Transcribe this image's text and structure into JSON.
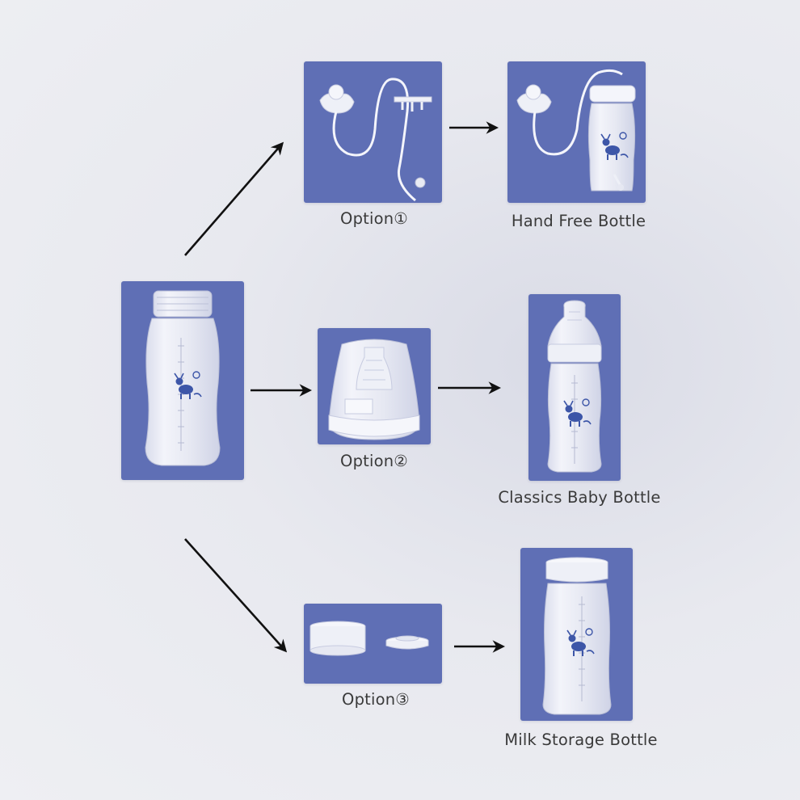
{
  "source_card": {
    "illustration": "bottle-body-icon"
  },
  "options": [
    {
      "label": "Option①",
      "illustration": "straw-weighted-icon"
    },
    {
      "label": "Option②",
      "illustration": "nipple-cap-icon"
    },
    {
      "label": "Option③",
      "illustration": "sealing-lids-icon"
    }
  ],
  "results": [
    {
      "label": "Hand Free Bottle",
      "illustration": "hand-free-bottle-icon"
    },
    {
      "label": "Classics Baby Bottle",
      "illustration": "classic-bottle-icon"
    },
    {
      "label": "Milk Storage Bottle",
      "illustration": "storage-bottle-icon"
    }
  ],
  "colors": {
    "card": "#5f6fb5",
    "arrow": "#111111",
    "text": "#3a3a3a",
    "deer": "#3d56a8"
  }
}
